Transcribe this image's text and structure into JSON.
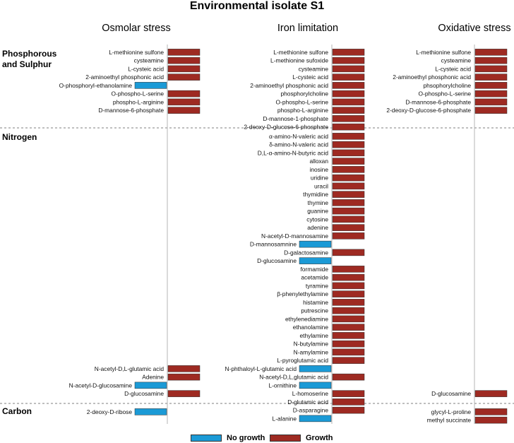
{
  "chart_data": {
    "type": "bar",
    "title": "Environmental isolate S1",
    "colors": {
      "growth": "#9e2a22",
      "no_growth": "#1b9ad6"
    },
    "legend": [
      {
        "key": "no_growth",
        "label": "No growth"
      },
      {
        "key": "growth",
        "label": "Growth"
      }
    ],
    "sections": [
      {
        "label": "Phosphorous\nand Sulphur"
      },
      {
        "label": "Nitrogen"
      },
      {
        "label": "Carbon"
      }
    ],
    "panels": [
      {
        "title": "Osmolar stress",
        "groups": [
          {
            "section": 0,
            "items": [
              {
                "label": "L-methionine sulfone",
                "value": 1
              },
              {
                "label": "cysteamine",
                "value": 1
              },
              {
                "label": "L-cysteic acid",
                "value": 1
              },
              {
                "label": "2-aminoethyl phosphonic acid",
                "value": 1
              },
              {
                "label": "O-phosphoryl-ethanolamine",
                "value": -1
              },
              {
                "label": "O-phospho-L-serine",
                "value": 1
              },
              {
                "label": "phospho-L-arginine",
                "value": 1
              },
              {
                "label": "D-mannose-6-phosphate",
                "value": 1
              }
            ]
          },
          {
            "section": 1,
            "align": "bottom",
            "items": [
              {
                "label": "N-acetyl-D,L-glutamic acid",
                "value": 1
              },
              {
                "label": "Adenine",
                "value": 1
              },
              {
                "label": "N-acetyl-D-glucosamine",
                "value": -1
              },
              {
                "label": "D-glucosamine",
                "value": 1
              }
            ]
          },
          {
            "section": 2,
            "items": [
              {
                "label": "2-deoxy-D-ribose",
                "value": -1
              }
            ]
          }
        ]
      },
      {
        "title": "Iron limitation",
        "groups": [
          {
            "section": 0,
            "items": [
              {
                "label": "L-methionine sulfone",
                "value": 1
              },
              {
                "label": "L-methionine sufoxide",
                "value": 1
              },
              {
                "label": "cysteamine",
                "value": 1
              },
              {
                "label": "L-cysteic acid",
                "value": 1
              },
              {
                "label": "2-aminoethyl phosphonic acid",
                "value": 1
              },
              {
                "label": "phosphorylcholine",
                "value": 1
              },
              {
                "label": "O-phospho-L-serine",
                "value": 1
              },
              {
                "label": "phospho-L-arginine",
                "value": 1
              },
              {
                "label": "D-mannose-1-phosphate",
                "value": 1
              },
              {
                "label": "2-deoxy-D-glucose-6-phosphate",
                "value": 1
              }
            ]
          },
          {
            "section": 1,
            "items": [
              {
                "label": "α-amino-N-valeric acid",
                "value": 1
              },
              {
                "label": "δ-amino-N-valeric acid",
                "value": 1
              },
              {
                "label": "D,L-α-amino-N-butyric acid",
                "value": 1
              },
              {
                "label": "alloxan",
                "value": 1
              },
              {
                "label": "inosine",
                "value": 1
              },
              {
                "label": "uridine",
                "value": 1
              },
              {
                "label": "uracil",
                "value": 1
              },
              {
                "label": "thymidine",
                "value": 1
              },
              {
                "label": "thymine",
                "value": 1
              },
              {
                "label": "guanine",
                "value": 1
              },
              {
                "label": "cytosine",
                "value": 1
              },
              {
                "label": "adenine",
                "value": 1
              },
              {
                "label": "N-acetyl-D-mannosamine",
                "value": 1
              },
              {
                "label": "D-mannosamnine",
                "value": -1
              },
              {
                "label": "D-galactosamine",
                "value": 1
              },
              {
                "label": "D-glucosamine",
                "value": -1
              },
              {
                "label": "formamide",
                "value": 1
              },
              {
                "label": "acetamide",
                "value": 1
              },
              {
                "label": "tyramine",
                "value": 1
              },
              {
                "label": "β-phenylethylamine",
                "value": 1
              },
              {
                "label": "histamine",
                "value": 1
              },
              {
                "label": "putrescine",
                "value": 1
              },
              {
                "label": "ethylenediamine",
                "value": 1
              },
              {
                "label": "ethanolamine",
                "value": 1
              },
              {
                "label": "ethylamine",
                "value": 1
              },
              {
                "label": "N-butylamine",
                "value": 1
              },
              {
                "label": "N-amylamine",
                "value": 1
              },
              {
                "label": "L-pyroglutamic acid",
                "value": 1
              },
              {
                "label": "N-phthaloyl-L-glutamic acid",
                "value": -1
              },
              {
                "label": "N-acetyl-D,L,glutamic acid",
                "value": 1
              },
              {
                "label": "L-ornithine",
                "value": -1
              },
              {
                "label": "L-homoserine",
                "value": 1
              },
              {
                "label": "D-glutamic acid",
                "value": 1
              },
              {
                "label": "D-asparagine",
                "value": 1
              },
              {
                "label": "L-alanine",
                "value": -1
              }
            ]
          }
        ]
      },
      {
        "title": "Oxidative stress",
        "groups": [
          {
            "section": 0,
            "items": [
              {
                "label": "L-methionine sulfone",
                "value": 1
              },
              {
                "label": "cysteamine",
                "value": 1
              },
              {
                "label": "L-cysteic acid",
                "value": 1
              },
              {
                "label": "2-aminoethyl phosphonic acid",
                "value": 1
              },
              {
                "label": "phsophorylcholine",
                "value": 1
              },
              {
                "label": "O-phospho-L-serine",
                "value": 1
              },
              {
                "label": "D-mannose-6-phosphate",
                "value": 1
              },
              {
                "label": "2-deoxy-D-glucose-6-phosphate",
                "value": 1
              }
            ]
          },
          {
            "section": 1,
            "align": "bottom",
            "items": [
              {
                "label": "D-glucosamine",
                "value": 1
              }
            ]
          },
          {
            "section": 2,
            "items": [
              {
                "label": "glycyl-L-proline",
                "value": 1
              },
              {
                "label": "methyl succinate",
                "value": 1
              }
            ]
          }
        ]
      }
    ]
  }
}
